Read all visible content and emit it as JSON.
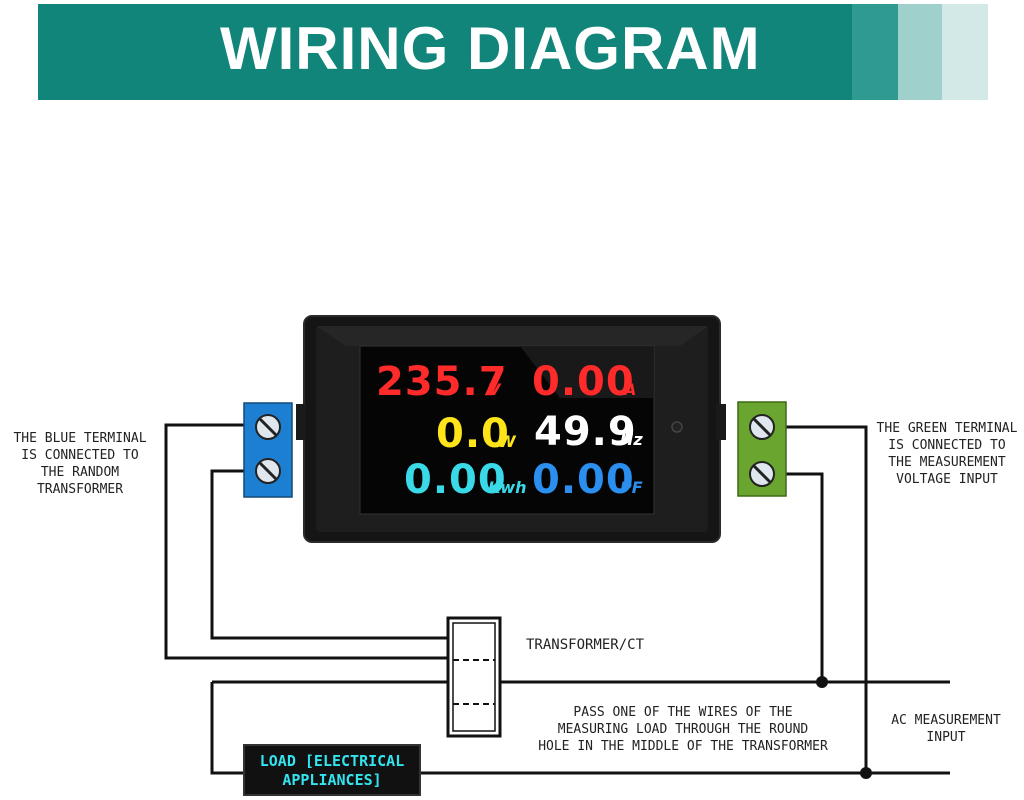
{
  "banner": {
    "title": "WIRING DIAGRAM",
    "colors": {
      "main": "#12857a",
      "stripe1": "#2f9a90",
      "stripe2": "#9fd0cc",
      "stripe3": "#d2e9e7"
    }
  },
  "meter": {
    "voltage": {
      "value": "235.7",
      "unit": "V",
      "color": "#ff2a2a"
    },
    "current": {
      "value": "0.00",
      "unit": "A",
      "color": "#ff2a2a"
    },
    "power": {
      "value": "0.0",
      "unit": "W",
      "color": "#ffe41a"
    },
    "frequency": {
      "value": "49.9",
      "unit": "Hz",
      "color": "#ffffff"
    },
    "energy": {
      "value": "0.00",
      "unit": "Kwh",
      "color": "#3ad9e8"
    },
    "power_factor": {
      "value": "0.00",
      "unit": "PF",
      "color": "#2b8ff0"
    }
  },
  "terminals": {
    "blue_color": "#1d7fd1",
    "green_color": "#6aa52f"
  },
  "labels": {
    "blue_terminal": [
      "THE BLUE TERMINAL",
      "IS CONNECTED TO",
      "THE RANDOM",
      "TRANSFORMER"
    ],
    "green_terminal": [
      "THE GREEN TERMINAL",
      "IS CONNECTED TO",
      "THE MEASUREMENT",
      "VOLTAGE INPUT"
    ],
    "transformer": "TRANSFORMER/CT",
    "pass_wire": [
      "PASS ONE OF THE WIRES OF THE",
      "MEASURING LOAD THROUGH THE ROUND",
      "HOLE IN THE MIDDLE OF THE TRANSFORMER"
    ],
    "ac_input": [
      "AC MEASUREMENT",
      "INPUT"
    ],
    "load": [
      "LOAD [ELECTRICAL",
      "APPLIANCES]"
    ]
  }
}
